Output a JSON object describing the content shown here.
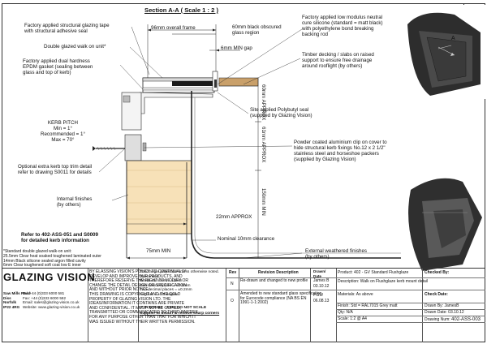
{
  "sheet_size": "A4",
  "section_title": "Section A-A ( Scale 1 : 2 )",
  "annotations": {
    "glazing_tape": "Factory applied structural glazing tape\nwith structural adhesive seal",
    "double_glazed": "Double glazed walk on unit*",
    "epdm": "Factory applied dual hardness\nEPDM gasket (sealing between\nglass and top of kerb)",
    "kerb_pitch": "KERB PITCH\nMin = 1°\nRecommended = 1°\nMax = 70°",
    "kerb_trim": "Optional extra kerb top trim detail\nrefer to drawing S0011 for details",
    "internal_finishes": "Internal finishes\n(by others)",
    "refer_kerb": "Refer to 402-ASS-051 and S0009\nfor detailed kerb information",
    "overall_frame": "96mm overall frame",
    "black_glass": "60mm black obscured\nglass region",
    "silicone": "Factory applied low modulus neutral\ncure silicone (standard = matt black)\nwith polyethylene bond breaking\nbacking rod",
    "min_gap": "6mm MIN gap",
    "timber_decking": "Timber decking / slabs on raised\nsupport to ensure free drainage\naround rooflight (by others)",
    "polybutyl": "Site applied Polybutyl seal\n(supplied by Glazing Vision)",
    "powder_coated": "Powder coated aluminium clip on cover to\nhide structural kerb fixings No.12 x 2 1/2\"\nstainless steel and horseshoe packers\n(supplied by Glazing Vision)",
    "approx_22": "22mm APPROX",
    "clearance": "Nominal 10mm clearance",
    "min_75": "75mm MIN",
    "external_finishes": "External weathered finishes\n(by others)",
    "approx_60": "60mm APPROX",
    "approx_61": "61mm APPROX",
    "min_150": "150mm MIN",
    "standard_unit": "*Standard double glazed walk-on unit:\n25.5mm Clear heat soaked toughened laminated outer\n14mm Black silicone sealed argon filled cavity\n6mm Clear toughened soft coat low E inner",
    "section_mark": "A"
  },
  "title_block": {
    "logo": "GLAZING VISION",
    "address": "Saw Mills Road\nDiss\nNorfolk\nIP22 4RG",
    "contact": "Tel: +44 (0)333 6000 581\nFax: +44 (0)333 6000 582\nEmail: sales@glazing-vision.co.uk\nWebsite: www.glazing-vision.co.uk",
    "legal": "BY ELASSING VISION'S POLICY TO CONTINUALLY\nDEVELOP AND IMPROVE OUR PRODUCTS, AND\nTHEREFORE RESERVE THE RIGHT TO MODIFY OR\nCHANGE THE DETAIL DESIGN OR SPECIFICATION\nAND WITHOUT PRIOR NOTICE.\nTHIS DRAWING IS COPYRIGHT AND THE GOLD\nPROPERTY OF GLAZING VISION LTD. THE\nIDEAS/INFORMATION IT CONTAINS ARE PRIVATE\nAND CONFIDENTIAL. IT MUST NOT BE COPIED,\nTRANSMITTED OR COMMUNICATED TO THIRD PARTIES\nFOR ANY PURPOSE OTHER THAN THAT FOR WHICH IT\nWAS ISSUED WITHOUT THEIR WRITTEN PERMISSION.",
    "projection": "Third angle projection unless otherwise noted.\nTolerances:\nWhole numbers = ±1mm\nOne decimal place = ±0.5mm\nTwo decimal places = ±0.2mm\nAngular = ±0.5 degree",
    "doubt": "IF IN DOUBT - ASK! DO NOT SCALE",
    "deburr": "Supplier to deburr & remove sharp corners",
    "rev_header": "Rev",
    "rev_desc_header": "Revision Description",
    "drawn_date_header": "Drawn/\nDate",
    "revisions": [
      {
        "rev": "N",
        "desc": "Re-drawn and changed to new profile",
        "by": "James B",
        "date": "03.10.12"
      },
      {
        "rev": "O",
        "desc": "Amended to new standard glass specification\nfor Eurocode compliance (NA BS EN\n1991-1-1:2002)",
        "by": "PGW",
        "date": "06.08.13"
      }
    ],
    "product": "Product: 402 - GV Standard Flushglaze",
    "description": "Description: Walk on Flushglaze kerb mount detail",
    "materials": "Materials: As above",
    "finish": "Finish: Std = RAL7015 Grey matt",
    "qty": "Qty: N/A",
    "scale": "Scale: 1:2 @ A4",
    "checked_by": "Checked By:",
    "check_date": "Check Date:",
    "drawn_by": "Drawn By: JamesB",
    "drawn_date": "Drawn Date: 03.10.12",
    "drawing_num": "Drawing Num:",
    "drawing_num_value": "402-ASS-003"
  }
}
